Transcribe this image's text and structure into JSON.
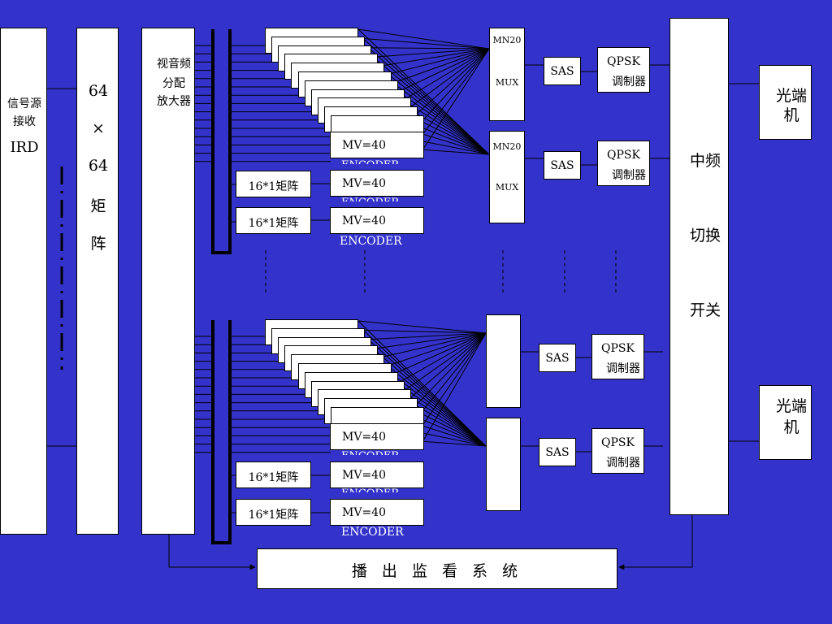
{
  "blocks": {
    "ird": {
      "line1": "信号源",
      "line2": "接收",
      "line3": "IRD"
    },
    "matrix64": {
      "l1": "64",
      "l2": "×",
      "l3": "64",
      "l4": "矩",
      "l5": "阵"
    },
    "da": {
      "l1": "视音频",
      "l2": "分配",
      "l3": "放大器"
    },
    "encoder": {
      "mv": "MV=40",
      "enc": "ENCODER"
    },
    "matrix16": "16*1矩阵",
    "mux": {
      "top": "MN20",
      "bottom": "MUX"
    },
    "sas": "SAS",
    "qpsk": {
      "l1": "QPSK",
      "l2": "调制器"
    },
    "if_switch": {
      "l1": "中频",
      "l2": "切换",
      "l3": "开关"
    },
    "optical": {
      "l1": "光端",
      "l2": "机"
    },
    "monitor": "播 出 监 看 系 统"
  }
}
